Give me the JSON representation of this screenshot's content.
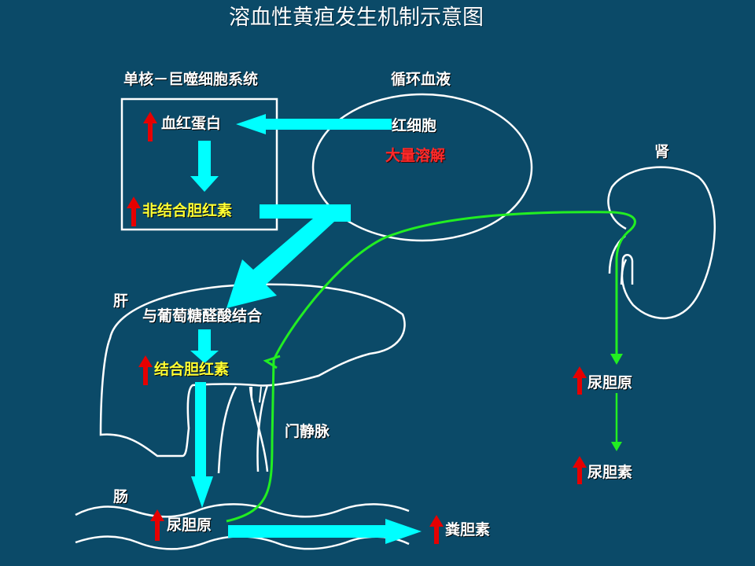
{
  "title": "溶血性黄疸发生机制示意图",
  "labels": {
    "mononuclear": "单核－巨噬细胞系统",
    "circulation": "循环血液",
    "hemoglobin": "血红蛋白",
    "rbc": "红细胞",
    "hemolysis": "大量溶解",
    "kidney": "肾",
    "unconjugated": "非结合胆红素",
    "liver": "肝",
    "glucuronide": "与葡萄糖醛酸结合",
    "conjugated": "结合胆红素",
    "portal_vein": "门静脉",
    "intestine": "肠",
    "urobilinogen_intestine": "尿胆原",
    "stercobilin": "粪胆素",
    "urobilinogen_kidney": "尿胆原",
    "urobilin": "尿胆素"
  },
  "colors": {
    "background": "#0b4a68",
    "arrow_cyan": "#00ffff",
    "arrow_green": "#22ee22",
    "increase_arrow": "#e60000",
    "highlight_text": "#ffff33",
    "alert_text": "#ff2a2a"
  },
  "icons": {
    "increase": "red-up-arrow-icon",
    "flow": "cyan-block-arrow",
    "reabsorption": "green-line-arrow"
  }
}
